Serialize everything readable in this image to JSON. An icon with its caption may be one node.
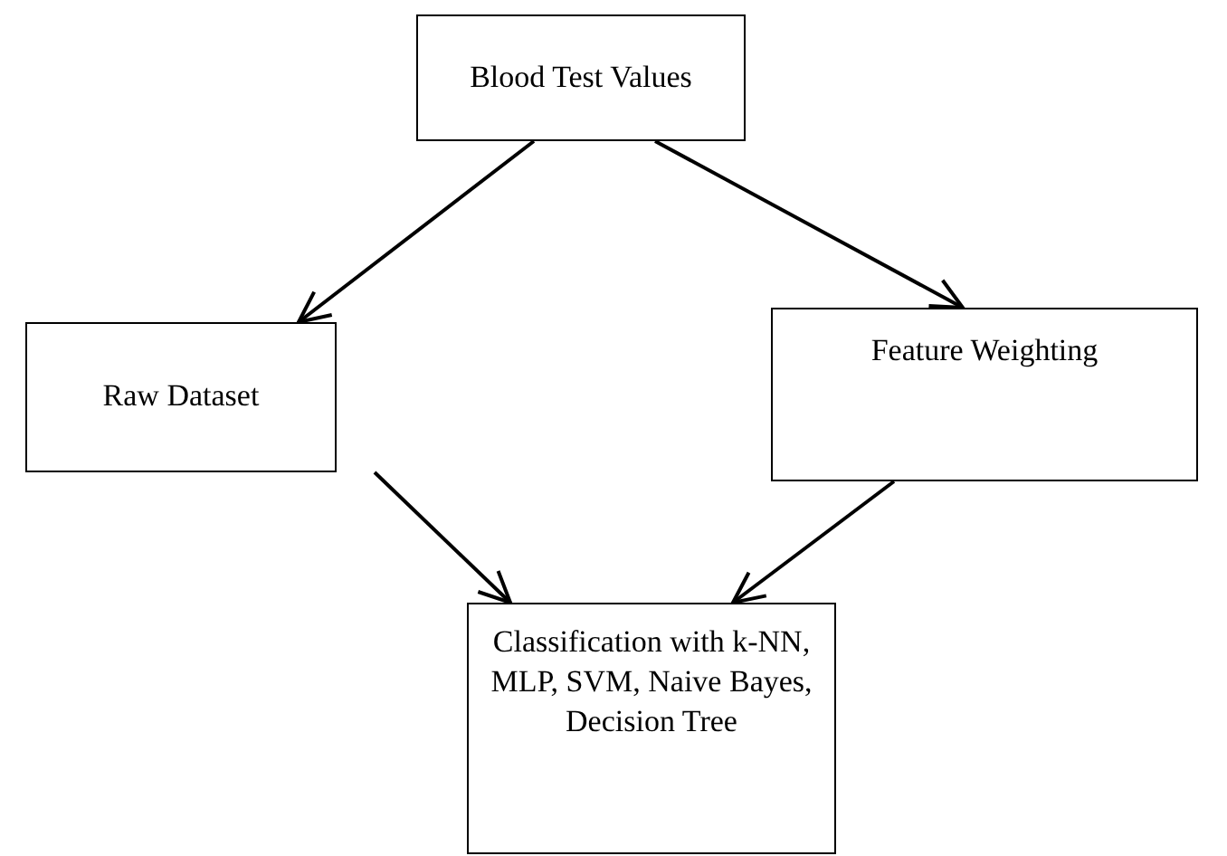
{
  "diagram": {
    "nodes": [
      {
        "text": [
          "Blood Test Values"
        ]
      },
      {
        "text": [
          "Raw Dataset"
        ]
      },
      {
        "text": [
          "Feature Weighting"
        ]
      },
      {
        "text": [
          "Classification with k-NN, MLP, SVM, Naive Bayes, Decision Tree"
        ]
      }
    ],
    "edges": [
      {
        "from": 0,
        "to": 1,
        "arrow": "to"
      },
      {
        "from": 0,
        "to": 2,
        "arrow": "to"
      },
      {
        "from": 1,
        "to": 3,
        "arrow": "to"
      },
      {
        "from": 2,
        "to": 3,
        "arrow": "to"
      }
    ]
  }
}
